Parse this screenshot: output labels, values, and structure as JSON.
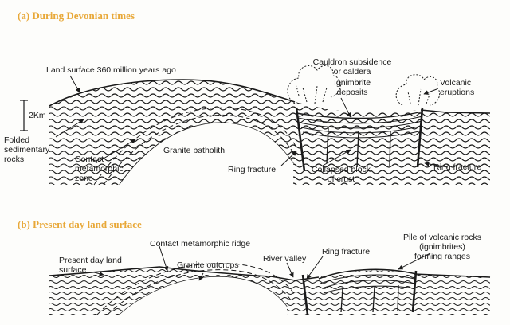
{
  "panel_a": {
    "title": "(a) During Devonian times",
    "labels": {
      "land_surface": "Land surface 360 million years ago",
      "cauldron": "Cauldron subsidence\nor caldera",
      "ignimbrite": "Ignimbrite\ndeposits",
      "volcanic": "Volcanic\neruptions",
      "scale": "2Km",
      "folded": "Folded\nsedimentary\nrocks",
      "granite_batholith": "Granite batholith",
      "contact_zone": "Contact\nmetamorphic\nzone",
      "ring_fracture_left": "Ring fracture",
      "collapsed_block": "Collapsed block\nof crust",
      "ring_fracture_right": "Ring fracture"
    }
  },
  "panel_b": {
    "title": "(b) Present day land surface",
    "labels": {
      "contact_ridge": "Contact metamorphic ridge",
      "pile": "Pile of volcanic rocks\n(ignimbrites)\nforming ranges",
      "present_surface": "Present day land\nsurface",
      "granite_outcrops": "Granite outcrops",
      "river_valley": "River valley",
      "ring_fracture": "Ring fracture"
    }
  },
  "colors": {
    "title": "#e8a838",
    "ink": "#1a1a1a",
    "background": "#fdfdfb"
  }
}
